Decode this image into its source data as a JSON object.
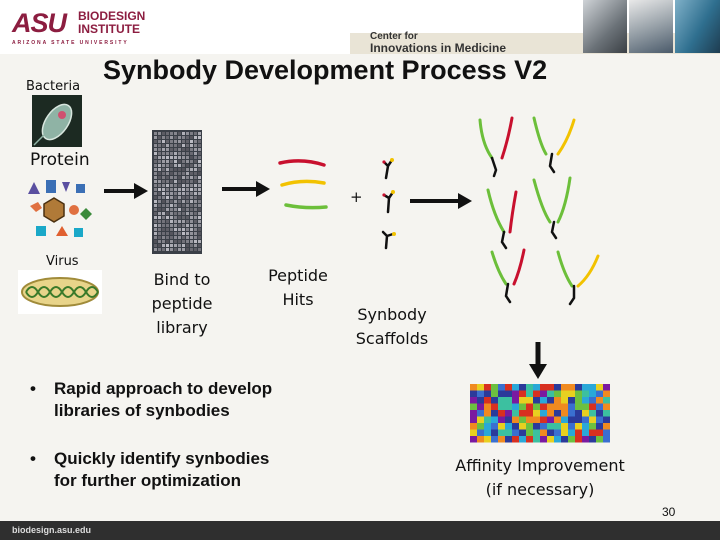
{
  "header": {
    "logo_asu": "ASU",
    "logo_line1": "BIODESIGN",
    "logo_line2": "INSTITUTE",
    "logo_university": "ARIZONA STATE UNIVERSITY",
    "center_line1": "Center for",
    "center_line2": "Innovations in Medicine"
  },
  "slide": {
    "title": "Synbody Development Process V2",
    "labels": {
      "bacteria": "Bacteria",
      "protein": "Protein",
      "virus": "Virus",
      "bind_line1": "Bind to",
      "bind_line2": "peptide",
      "bind_line3": "library",
      "hits_line1": "Peptide",
      "hits_line2": "Hits",
      "plus": "+",
      "scaffolds_line1": "Synbody",
      "scaffolds_line2": "Scaffolds",
      "affinity_line1": "Affinity Improvement",
      "affinity_line2": "(if necessary)"
    },
    "bullets": [
      {
        "line1": "Rapid approach to develop",
        "line2": "libraries of synbodies"
      },
      {
        "line1": "Quickly identify synbodies",
        "line2": "for further optimization"
      }
    ],
    "page_number": "30"
  },
  "footer": {
    "url": "biodesign.asu.edu"
  },
  "colors": {
    "brand": "#8c1d40",
    "peptide_red": "#c8102e",
    "peptide_green": "#6cbf3a",
    "peptide_yellow": "#f2c200",
    "arrow": "#111111",
    "footer_bg": "#2f2f2f"
  },
  "icons": [
    "bacteria-icon",
    "protein-cluster-icon",
    "virus-icon",
    "peptide-array-icon",
    "heatmap-icon",
    "right-arrow-icon",
    "down-arrow-icon"
  ]
}
